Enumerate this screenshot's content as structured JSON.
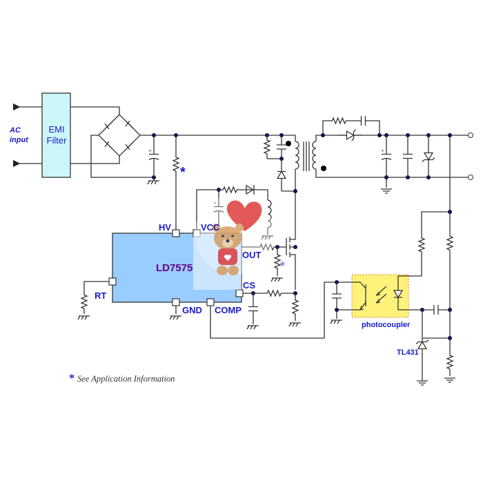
{
  "ac_input": {
    "line1": "AC",
    "line2": "input"
  },
  "emi_filter": {
    "line1": "EMI",
    "line2": "Filter"
  },
  "controller": {
    "part_number": "LD7575",
    "pins": {
      "hv": "HV",
      "vcc": "VCC",
      "out": "OUT",
      "cs": "CS",
      "gnd": "GND",
      "comp": "COMP",
      "rt": "RT"
    }
  },
  "markers": {
    "asterisk": "*"
  },
  "photocoupler_label": "photocoupler",
  "shunt_regulator_label": "TL431",
  "footnote": {
    "star": "*",
    "text": "See Application Information"
  },
  "colors": {
    "chip_fill": "#99ccff",
    "emi_fill": "#ccf6f8",
    "opto_fill": "#fff27a",
    "label_blue": "#1a1acc",
    "part_purple": "#660080"
  }
}
